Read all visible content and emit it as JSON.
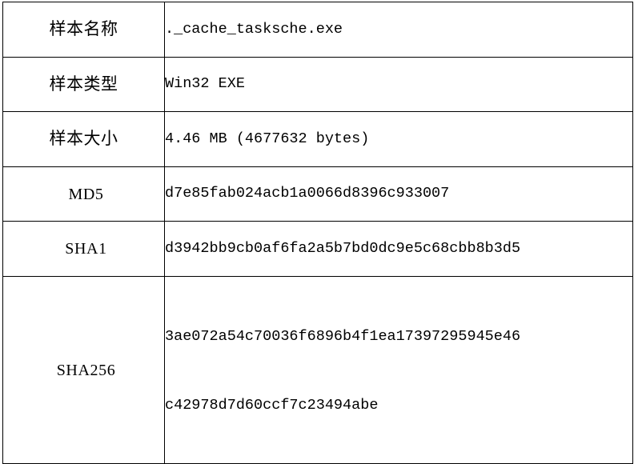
{
  "table": {
    "columns": [
      "field",
      "value"
    ],
    "rows": [
      {
        "label": "样本名称",
        "label_kind": "cjk",
        "value": "._cache_tasksche.exe"
      },
      {
        "label": "样本类型",
        "label_kind": "cjk",
        "value": "Win32 EXE"
      },
      {
        "label": "样本大小",
        "label_kind": "cjk",
        "value": "4.46 MB (4677632 bytes)"
      },
      {
        "label": "MD5",
        "label_kind": "latin",
        "value": "d7e85fab024acb1a0066d8396c933007"
      },
      {
        "label": "SHA1",
        "label_kind": "latin",
        "value": "d3942bb9cb0af6fa2a5b7bd0dc9e5c68cbb8b3d5"
      },
      {
        "label": "SHA256",
        "label_kind": "latin",
        "value_line1": "3ae072a54c70036f6896b4f1ea17397295945e46",
        "value_line2": "c42978d7d60ccf7c23494abe"
      }
    ]
  },
  "style": {
    "border_color": "#000000",
    "text_color": "#000000",
    "background": "#ffffff"
  }
}
